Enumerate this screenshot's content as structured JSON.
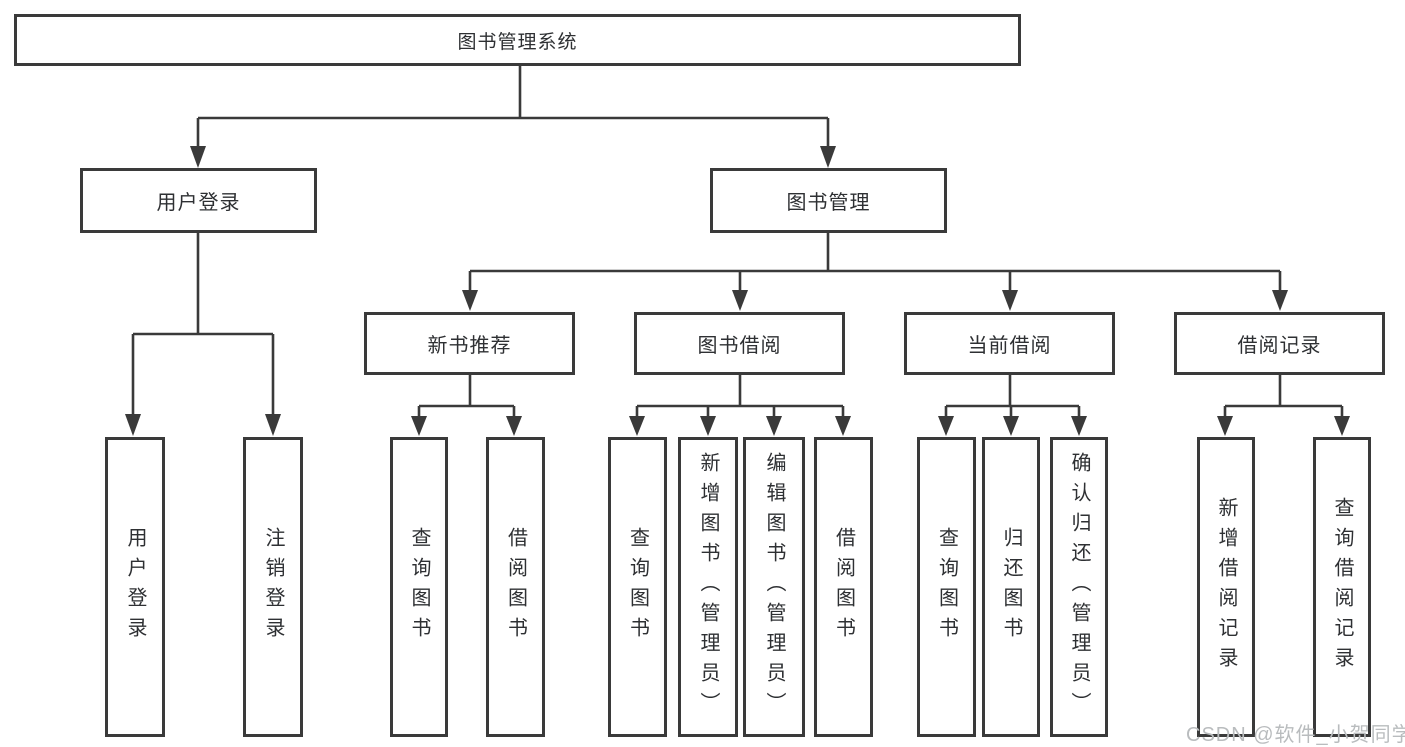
{
  "diagram": {
    "root": "图书管理系统",
    "level2": {
      "user_login": "用户登录",
      "book_management": "图书管理"
    },
    "level3": {
      "new_book_recommend": "新书推荐",
      "book_borrow": "图书借阅",
      "current_borrow": "当前借阅",
      "borrow_records": "借阅记录"
    },
    "leaves": {
      "user_login": [
        "用户登录",
        "注销登录"
      ],
      "new_book_recommend": [
        "查询图书",
        "借阅图书"
      ],
      "book_borrow": [
        "查询图书",
        "新增图书（管理员）",
        "编辑图书（管理员）",
        "借阅图书"
      ],
      "current_borrow": [
        "查询图书",
        "归还图书",
        "确认归还（管理员）"
      ],
      "borrow_records": [
        "新增借阅记录",
        "查询借阅记录"
      ]
    },
    "watermark": "CSDN @软件_小贺同学",
    "colors": {
      "line": "#3a3a3a",
      "text": "#2e3033",
      "watermark": "#b9bcbe"
    }
  }
}
